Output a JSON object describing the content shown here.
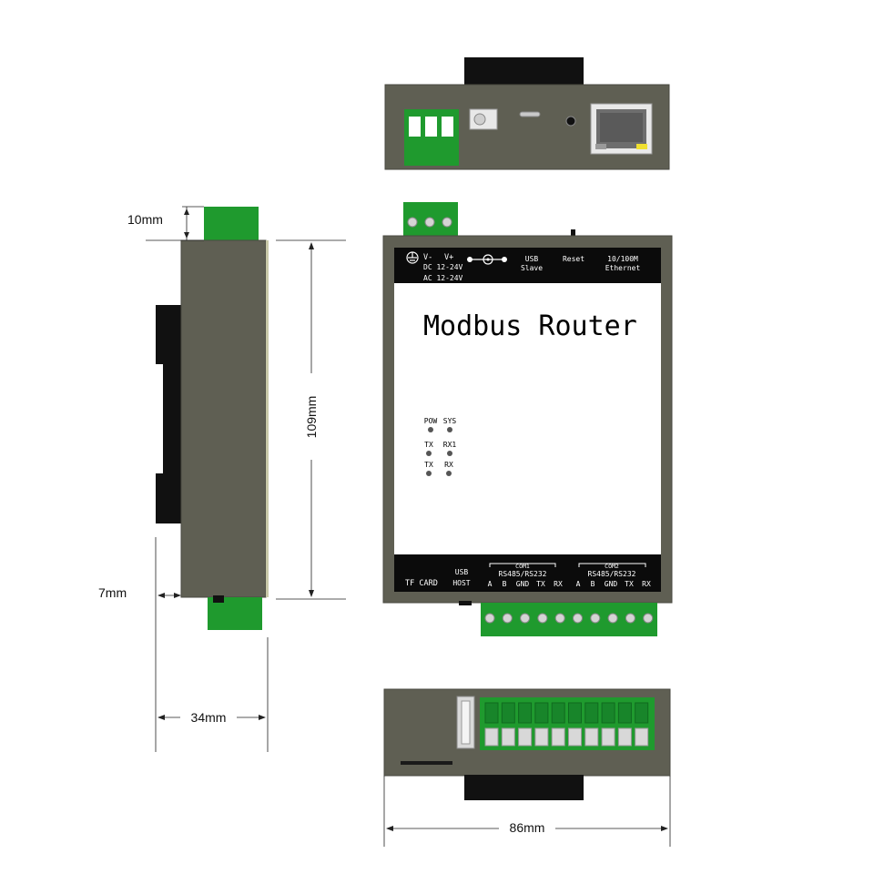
{
  "dimensions": {
    "top_height": "10mm",
    "body_height": "109mm",
    "bottom_offset": "7mm",
    "depth": "34mm",
    "width": "86mm"
  },
  "front_panel": {
    "title": "Modbus Router",
    "power_labels": {
      "v_minus": "V-",
      "v_plus": "V+",
      "dc": "DC 12-24V",
      "ac": "AC 12-24V"
    },
    "usb_slave_line1": "USB",
    "usb_slave_line2": "Slave",
    "reset": "Reset",
    "ethernet_line1": "10/100M",
    "ethernet_line2": "Ethernet",
    "leds": [
      "POW",
      "SYS",
      "TX",
      "RX1",
      "TX",
      "RX"
    ],
    "bottom": {
      "tf_card": "TF CARD",
      "usb_host_line1": "USB",
      "usb_host_line2": "HOST",
      "com1": "COM1",
      "com2": "COM2",
      "rs_type": "RS485/RS232",
      "pins": [
        "A",
        "B",
        "GND",
        "TX",
        "RX"
      ]
    }
  },
  "colors": {
    "case": "#5f5f53",
    "terminal_green": "#1f9a2e",
    "label_strip": "#0b0b0b",
    "din_rail": "#111111"
  },
  "icons": [
    "ground-icon",
    "dc-polarity-icon",
    "ethernet-port-icon",
    "usb-port-icon",
    "dc-jack-icon"
  ]
}
